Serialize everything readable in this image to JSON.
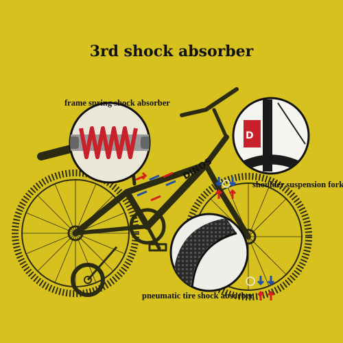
{
  "headline": "3rd shock absorber",
  "callouts": {
    "frame_spring": "frame spring shock absorber",
    "shoulder_fork": "shoulder suspension fork",
    "pneumatic_tire": "pneumatic tire shock absorber"
  },
  "frame_decal": "DINOS",
  "colors": {
    "background": "#d6c11f",
    "text": "#111111",
    "spring_red": "#c8202a",
    "arrow_red": "#d81e1e",
    "arrow_blue": "#1f4fa8"
  }
}
